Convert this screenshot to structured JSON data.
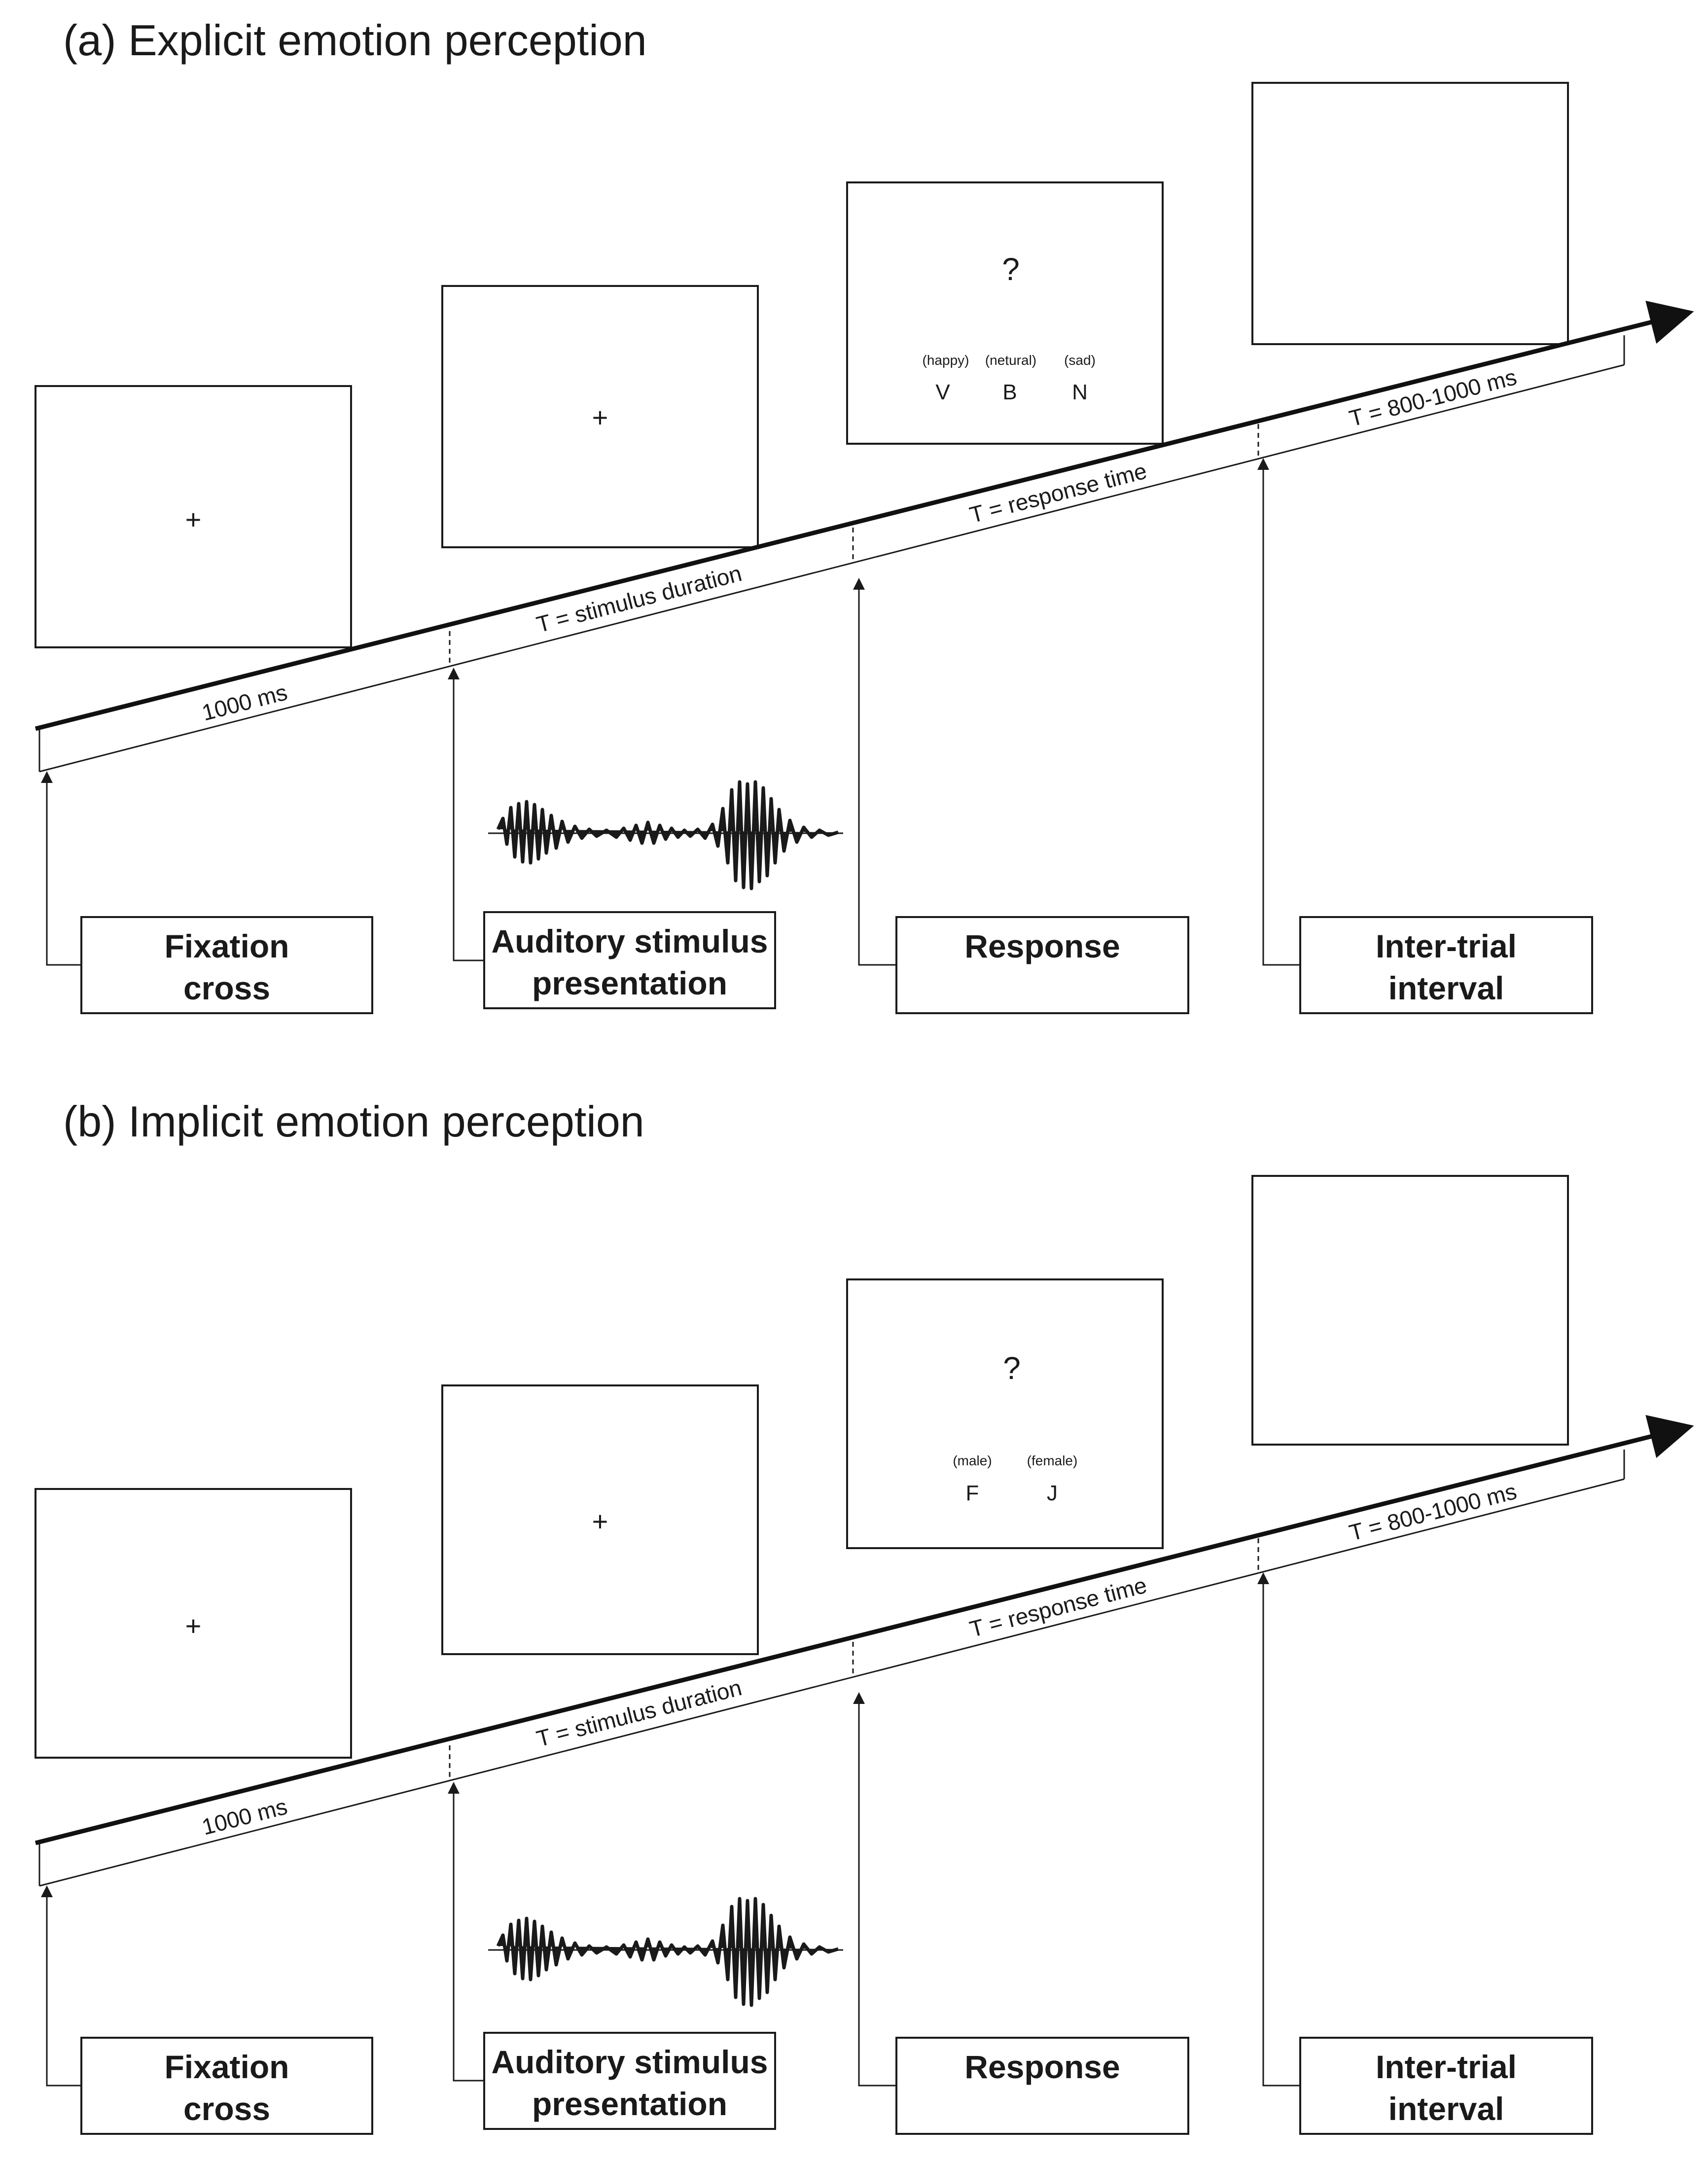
{
  "panels": [
    {
      "title": "(a) Explicit emotion perception",
      "fixation_symbol": "+",
      "stimulus_symbol": "+",
      "response_symbol": "?",
      "response_options": [
        {
          "hint": "(happy)",
          "key": "V"
        },
        {
          "hint": "(netural)",
          "key": "B"
        },
        {
          "hint": "(sad)",
          "key": "N"
        }
      ],
      "time_labels": {
        "fixation": "1000 ms",
        "stimulus": "T = stimulus duration",
        "response": "T = response time",
        "iti": "T = 800-1000 ms"
      },
      "labels": {
        "fixation_line1": "Fixation",
        "fixation_line2": "cross",
        "stimulus_line1": "Auditory stimulus",
        "stimulus_line2": "presentation",
        "response": "Response",
        "iti_line1": "Inter-trial",
        "iti_line2": "interval"
      }
    },
    {
      "title": "(b) Implicit emotion perception",
      "fixation_symbol": "+",
      "stimulus_symbol": "+",
      "response_symbol": "?",
      "response_options": [
        {
          "hint": "(male)",
          "key": "F"
        },
        {
          "hint": "(female)",
          "key": "J"
        }
      ],
      "time_labels": {
        "fixation": "1000 ms",
        "stimulus": "T = stimulus duration",
        "response": "T = response time",
        "iti": "T = 800-1000 ms"
      },
      "labels": {
        "fixation_line1": "Fixation",
        "fixation_line2": "cross",
        "stimulus_line1": "Auditory stimulus",
        "stimulus_line2": "presentation",
        "response": "Response",
        "iti_line1": "Inter-trial",
        "iti_line2": "interval"
      }
    }
  ]
}
